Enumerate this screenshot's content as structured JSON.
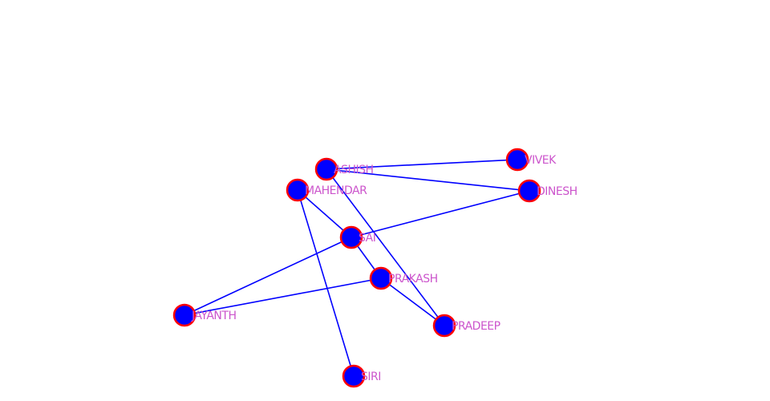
{
  "colors": {
    "edge": "#0000ff",
    "node_fill": "#0000ff",
    "node_stroke": "#ff0000",
    "label": "#cc55cc"
  },
  "nodes": [
    {
      "id": "ASHISH",
      "label": "ASHISH"
    },
    {
      "id": "VIVEK",
      "label": "VIVEK"
    },
    {
      "id": "MAHENDAR",
      "label": "MAHENDAR"
    },
    {
      "id": "DINESH",
      "label": "DINESH"
    },
    {
      "id": "SAI",
      "label": "SAI"
    },
    {
      "id": "PRAKASH",
      "label": "PRAKASH"
    },
    {
      "id": "JAYANTH",
      "label": "JAYANTH"
    },
    {
      "id": "PRADEEP",
      "label": "PRADEEP"
    },
    {
      "id": "SIRI",
      "label": "SIRI"
    }
  ],
  "edges": [
    [
      "ASHISH",
      "VIVEK"
    ],
    [
      "ASHISH",
      "DINESH"
    ],
    [
      "ASHISH",
      "PRADEEP"
    ],
    [
      "MAHENDAR",
      "SAI"
    ],
    [
      "MAHENDAR",
      "SIRI"
    ],
    [
      "SAI",
      "DINESH"
    ],
    [
      "SAI",
      "JAYANTH"
    ],
    [
      "SAI",
      "PRAKASH"
    ],
    [
      "PRAKASH",
      "PRADEEP"
    ],
    [
      "JAYANTH",
      "PRAKASH"
    ]
  ]
}
